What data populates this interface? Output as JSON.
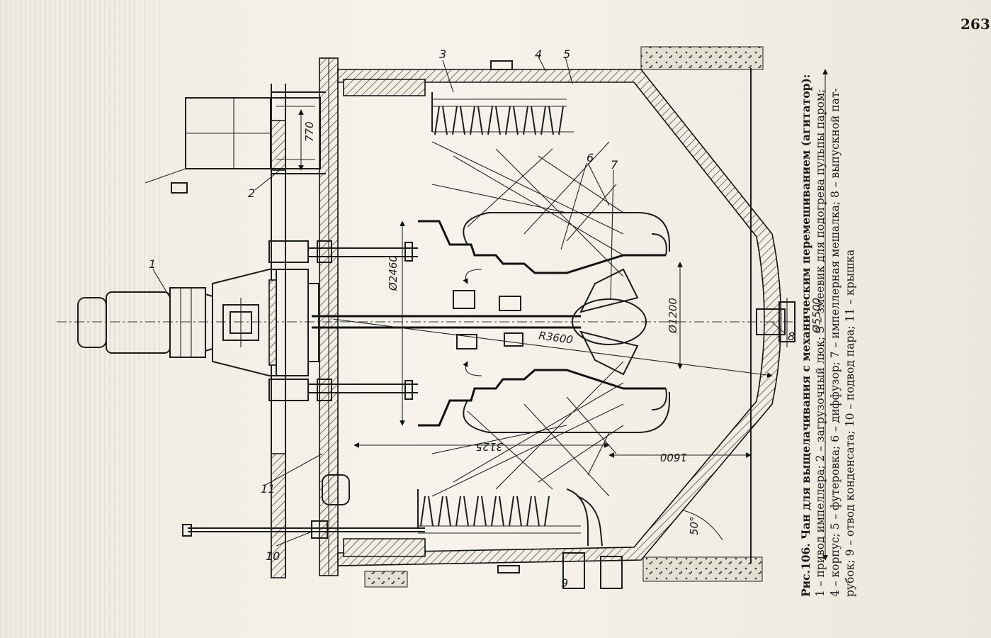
{
  "page_number": "263",
  "caption": {
    "title": "Рис.106. Чан для выщелачивания с механическим перемешиванием (агитатор):",
    "lines": [
      "1 – привод импеллера; 2 – загрузочный люк; 3 – змеевик для подогрева пульпы паром;",
      "4 – корпус; 5 – футеровка; 6 – диффузор; 7 – импеллерная мешалка; 8 – выпускной пат-",
      "рубок; 9 – отвод конденсата; 10 – подвод пара; 11 – крышка"
    ]
  },
  "labels": {
    "l1": "1",
    "l2": "2",
    "l3": "3",
    "l4": "4",
    "l5": "5",
    "l6": "6",
    "l7": "7",
    "l8": "8",
    "l9": "9",
    "l10": "10",
    "l11": "11"
  },
  "dimensions": {
    "d770": "770",
    "d2460": "Ø2460",
    "d1200": "Ø1200",
    "d5500": "Ø5500",
    "r3600": "R3600",
    "d3125": "3125",
    "d1600": "1600",
    "a50": "50°"
  }
}
